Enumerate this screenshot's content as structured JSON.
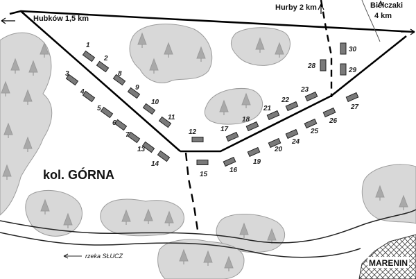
{
  "roads": {
    "hubkow": "Hubków 1,5 km",
    "hurby": "Hurby 2 km",
    "bielczaki_line1": "Bielczaki",
    "bielczaki_line2": "4 km"
  },
  "place": {
    "name": "kol. GÓRNA"
  },
  "river": {
    "label": "rzeka SŁUCZ"
  },
  "village": {
    "name": "MARENIN"
  },
  "buildings": [
    "1",
    "2",
    "3",
    "4",
    "5",
    "6",
    "7",
    "8",
    "9",
    "10",
    "11",
    "12",
    "13",
    "14",
    "15",
    "16",
    "17",
    "18",
    "19",
    "20",
    "21",
    "22",
    "23",
    "24",
    "25",
    "26",
    "27",
    "28",
    "29",
    "30"
  ],
  "colors": {
    "forest": "#d8d8d8",
    "building": "#7a7a7a",
    "road": "#000000",
    "tree": "#a9a9a9"
  }
}
